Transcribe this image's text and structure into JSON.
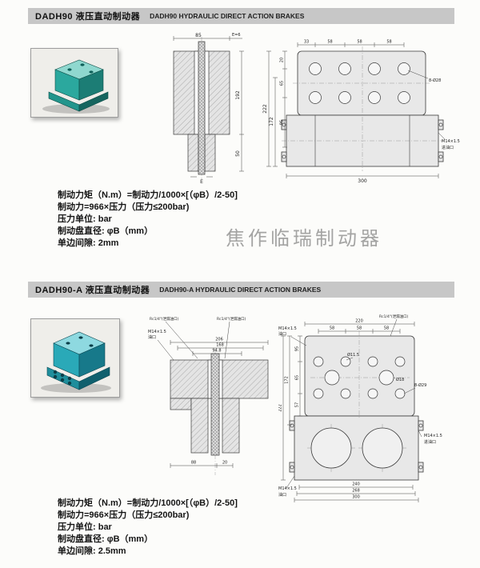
{
  "watermark": "焦作临瑞制动器",
  "sections": [
    {
      "header_cn": "DADH90 液压直动制动器",
      "header_en": "DADH90  HYDRAULIC DIRECT ACTION BRAKES",
      "photo": {
        "top": "#8fd8cf",
        "front": "#2ba89e",
        "side": "#1c7d75",
        "base": "#23958c",
        "base_side": "#16655f"
      },
      "section_view": {
        "dim_width": "85",
        "dim_gap": "E=6",
        "dim_height_upper": "192",
        "dim_height_lower": "50",
        "dim_clearance": "E"
      },
      "front_view": {
        "dim_edge": "33",
        "dim_pitch1": "58",
        "dim_pitch2": "58",
        "dim_pitch3": "58",
        "label_holes": "8-Ø28",
        "inlet_thread": "M14×1.5",
        "inlet_name": "进油口",
        "dim_total_h": "222",
        "dim_inner_h": "172",
        "dim_v1": "20",
        "dim_v2": "65",
        "dim_v3": "95",
        "dim_width": "300"
      },
      "specs": [
        "制动力矩（N.m）=制动力/1000×[（φB）/2-50]",
        "制动力=966×压力（压力≤200bar)",
        "压力单位: bar",
        "制动盘直径: φB（mm）",
        "单边间隙: 2mm"
      ]
    },
    {
      "header_cn": "DADH90-A 液压直动制动器",
      "header_en": "DADH90-A  HYDRAULIC DIRECT ACTION BRAKES",
      "photo": {
        "top": "#8ed9e0",
        "front": "#2aa9b8",
        "side": "#17798a",
        "base": "#1f8e9c",
        "base_side": "#10606e"
      },
      "section_view": {
        "label_leak_left": "Rc1/4\"(泄漏油口)",
        "label_leak_right": "Rc1/4\"(泄漏油口)",
        "port_thread": "M14×1.5",
        "port_name": "油口",
        "dim_w1": "206",
        "dim_w2": "168",
        "dim_w3": "94.8",
        "dim_b1": "88",
        "dim_b2": "20"
      },
      "front_view": {
        "label_leak": "Rc1/4\"(泄漏油口)",
        "port_top_thread": "M14×1.5",
        "port_top_name": "油口",
        "port_bottom_thread": "M14×1.5",
        "port_bottom_name": "油口",
        "inlet_thread": "M14×1.5",
        "inlet_name": "进油口",
        "dim_width_top": "220",
        "dim_pitch1": "58",
        "dim_pitch2": "58",
        "dim_pitch3": "58",
        "label_hole_small": "Ø11.5",
        "label_hole_mid": "Ø18",
        "label_holes": "8-Ø29",
        "dim_total_h": "222",
        "dim_inner_h": "172",
        "dim_v1": "95",
        "dim_v2": "65",
        "dim_v3": "57",
        "dim_b1": "240",
        "dim_b2": "268",
        "dim_b3": "300"
      },
      "specs": [
        "制动力矩（N.m）=制动力/1000×[（φB）/2-50]",
        "制动力=966×压力（压力≤200bar)",
        "压力单位: bar",
        "制动盘直径: φB（mm）",
        "单边间隙: 2.5mm"
      ]
    }
  ]
}
